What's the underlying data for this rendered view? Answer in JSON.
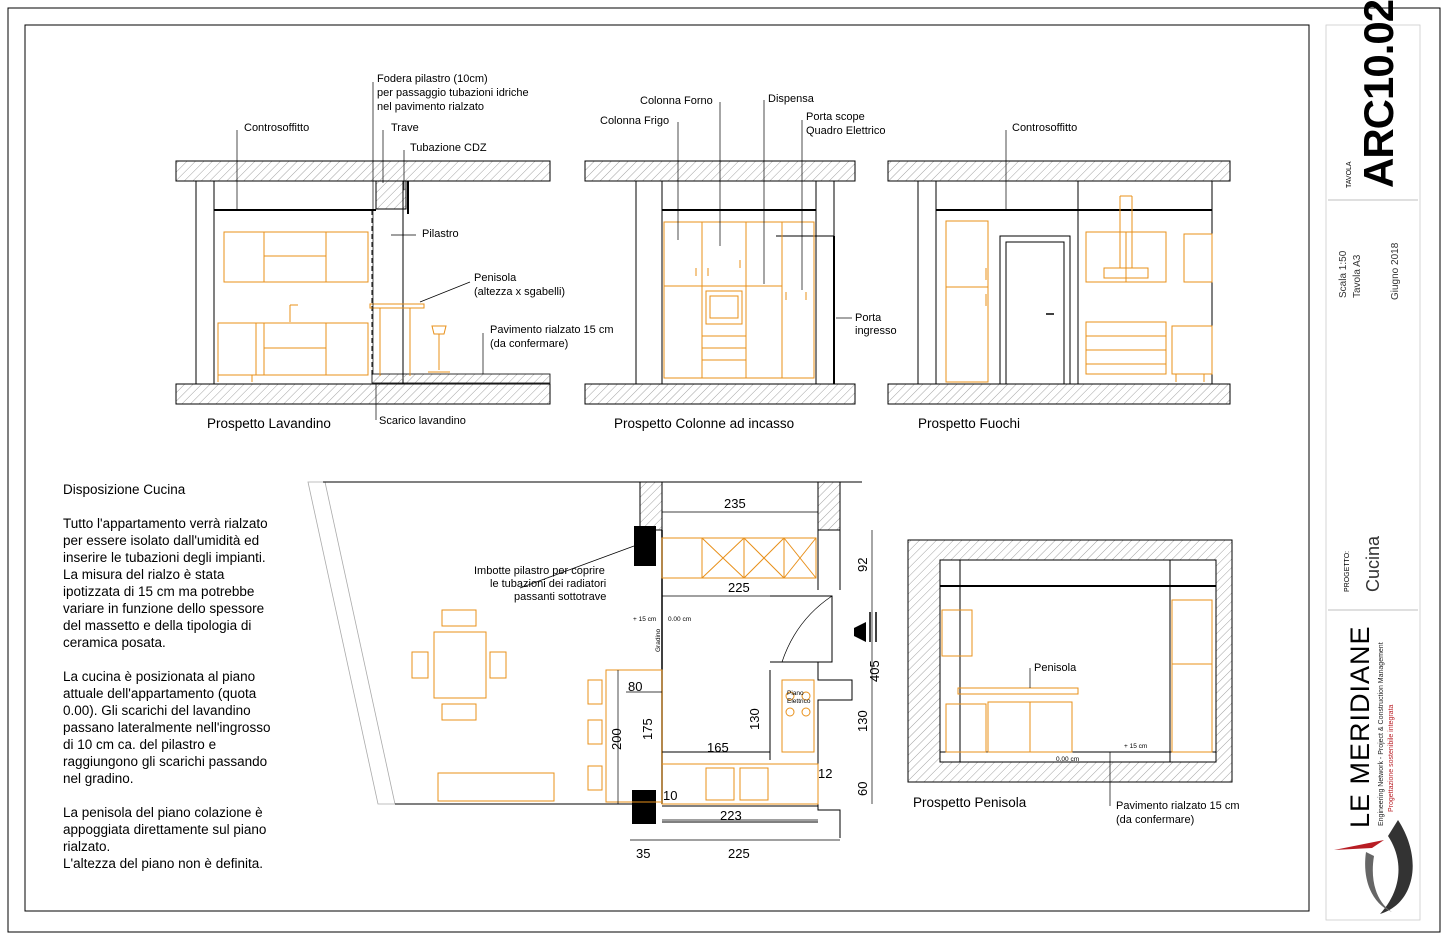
{
  "sheet": {
    "tavola_label": "TAVOLA",
    "code": "ARC10.02",
    "scale": "Scala 1:50",
    "format": "Tavola A3",
    "date": "Giugno 2018",
    "progetto_label": "PROGETTO:",
    "project_name": "Cucina"
  },
  "logo": {
    "name": "LE MERIDIANE",
    "subtitle_1": "Engineering Network - Project & Construction Management",
    "subtitle_2": "Progettazione sostenibile integrata"
  },
  "elevations": {
    "lavandino": {
      "caption": "Prospetto Lavandino",
      "controsoffitto": "Controsoffitto",
      "fodera_1": "Fodera pilastro (10cm)",
      "fodera_2": "per passaggio tubazioni idriche",
      "fodera_3": "nel pavimento rialzato",
      "trave": "Trave",
      "tubazione": "Tubazione CDZ",
      "pilastro": "Pilastro",
      "penisola_1": "Penisola",
      "penisola_2": "(altezza x sgabelli)",
      "pavimento_1": "Pavimento rialzato 15 cm",
      "pavimento_2": "(da confermare)",
      "scarico": "Scarico lavandino"
    },
    "colonne": {
      "caption": "Prospetto Colonne ad incasso",
      "forno": "Colonna Forno",
      "dispensa": "Dispensa",
      "frigo": "Colonna Frigo",
      "scope_1": "Porta scope",
      "scope_2": "Quadro Elettrico",
      "porta_1": "Porta",
      "porta_2": "ingresso"
    },
    "fuochi": {
      "caption": "Prospetto Fuochi",
      "controsoffitto": "Controsoffitto"
    },
    "penisola": {
      "caption": "Prospetto Penisola",
      "penisola": "Penisola",
      "plus15": "+ 15 cm",
      "zero": "0.00 cm",
      "pavimento_1": "Pavimento rialzato 15 cm",
      "pavimento_2": "(da confermare)"
    }
  },
  "description": {
    "title": "Disposizione Cucina",
    "p1": "Tutto l'appartamento verrà rialzato\nper essere isolato dall'umidità ed\ninserire le tubazioni degli impianti.\nLa misura del rialzo è stata\nipotizzata di 15 cm ma potrebbe\nvariare in funzione dello spessore\ndel massetto e della tipologia di\nceramica posata.",
    "p2": "La cucina è posizionata al piano\nattuale dell'appartamento (quota\n0.00). Gli scarichi del lavandino\npassano lateralmente nell'ingrosso\ndi 10 cm ca. del pilastro e\nraggiungono gli scarichi passando\nnel gradino.",
    "p3": "La penisola del piano colazione è\nappoggiata direttamente sul piano\nrialzato.\nL'altezza del piano non è definita."
  },
  "plan": {
    "imbotte_1": "Imbotte pilastro per coprire",
    "imbotte_2": "le tubazioni dei radiatori",
    "imbotte_3": "passanti sottotrave",
    "plus15": "+ 15 cm",
    "zero": "0.00 cm",
    "gradino": "Gradino",
    "piano_1": "Piano",
    "piano_2": "Elettrico",
    "dims": {
      "d235": "235",
      "d225_top": "225",
      "d92": "92",
      "d405": "405",
      "d130_right": "130",
      "d60": "60",
      "d80": "80",
      "d175": "175",
      "d200": "200",
      "d130_in": "130",
      "d165": "165",
      "d12": "12",
      "d10": "10",
      "d223": "223",
      "d35": "35",
      "d225_bottom": "225"
    }
  },
  "colors": {
    "ink": "#000000",
    "furniture": "#e8901a",
    "hatch": "#777777",
    "logo_red": "#b81d24"
  }
}
